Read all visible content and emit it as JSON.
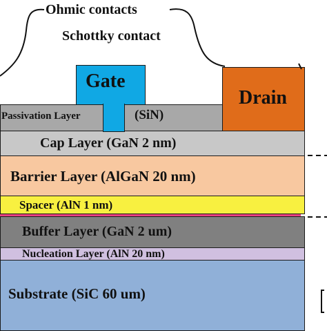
{
  "annotations": {
    "ohmic": "Ohmic contacts",
    "schottky": "Schottky contact"
  },
  "contacts": {
    "gate": "Gate",
    "drain": "Drain"
  },
  "passivation": {
    "left_label": "Passivation Layer",
    "right_label": "(SiN)"
  },
  "layers": {
    "cap": "Cap Layer (GaN 2 nm)",
    "barrier": "Barrier Layer (AlGaN 20 nm)",
    "spacer": "Spacer (AlN 1 nm)",
    "buffer": "Buffer Layer (GaN 2 um)",
    "nucleation": "Nucleation Layer (AlN 20 nm)",
    "substrate": "Substrate (SiC 60 um)"
  },
  "colors": {
    "gate": "#10a8e4",
    "drain": "#e06c1a",
    "passivation": "#a8a8a8",
    "cap": "#c8c8c8",
    "barrier": "#f8c8a0",
    "spacer": "#f8f040",
    "channel": "#e84080",
    "buffer": "#808080",
    "nucleation": "#d0c0e0",
    "substrate": "#90b0d8"
  }
}
